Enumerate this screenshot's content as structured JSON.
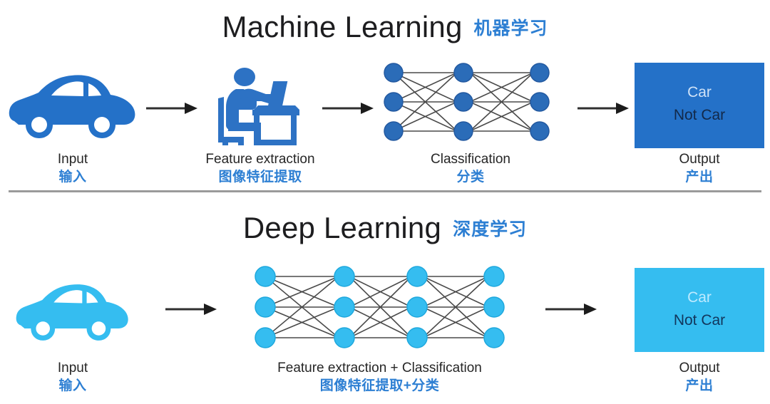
{
  "figure": {
    "background": "#ffffff",
    "accent_blue": "#2471c8",
    "accent_cyan": "#35bdf0",
    "label_blue": "#2d7fd3",
    "arrow_color": "#2f2f2f",
    "divider_color": "#9a9a9a"
  },
  "sections": [
    {
      "id": "machine-learning",
      "title_en": "Machine Learning",
      "title_cn": "机器学习",
      "theme": "dark-blue",
      "steps": [
        {
          "id": "input",
          "en": "Input",
          "cn": "输入",
          "icon": "car-icon"
        },
        {
          "id": "feature-extraction",
          "en": "Feature extraction",
          "cn": "图像特征提取",
          "icon": "person-at-laptop-icon"
        },
        {
          "id": "classification",
          "en": "Classification",
          "cn": "分类",
          "icon": "neural-network-icon",
          "layers": 3,
          "nodes_per_layer": 3
        },
        {
          "id": "output",
          "en": "Output",
          "cn": "产出",
          "icon": "output-box"
        }
      ],
      "output_box": {
        "line1": "Car",
        "line2": "Not Car",
        "fill": "#2471c8"
      },
      "arrows": 3
    },
    {
      "id": "deep-learning",
      "title_en": "Deep Learning",
      "title_cn": "深度学习",
      "theme": "cyan",
      "steps": [
        {
          "id": "input",
          "en": "Input",
          "cn": "输入",
          "icon": "car-icon"
        },
        {
          "id": "feature-extraction-classification",
          "en": "Feature extraction + Classification",
          "cn": "图像特征提取+分类",
          "icon": "neural-network-icon",
          "layers": 4,
          "nodes_per_layer": 3
        },
        {
          "id": "output",
          "en": "Output",
          "cn": "产出",
          "icon": "output-box"
        }
      ],
      "output_box": {
        "line1": "Car",
        "line2": "Not Car",
        "fill": "#35bdf0"
      },
      "arrows": 2
    }
  ],
  "chart_data": {
    "type": "table",
    "title": "Machine Learning vs Deep Learning pipelines",
    "categories": [
      "Machine Learning",
      "Deep Learning"
    ],
    "series": [
      {
        "name": "Machine Learning",
        "values": [
          "Input",
          "Feature extraction",
          "Classification",
          "Output"
        ]
      },
      {
        "name": "Deep Learning",
        "values": [
          "Input",
          "Feature extraction + Classification",
          "Output"
        ]
      }
    ],
    "xlabel": "",
    "ylabel": ""
  }
}
